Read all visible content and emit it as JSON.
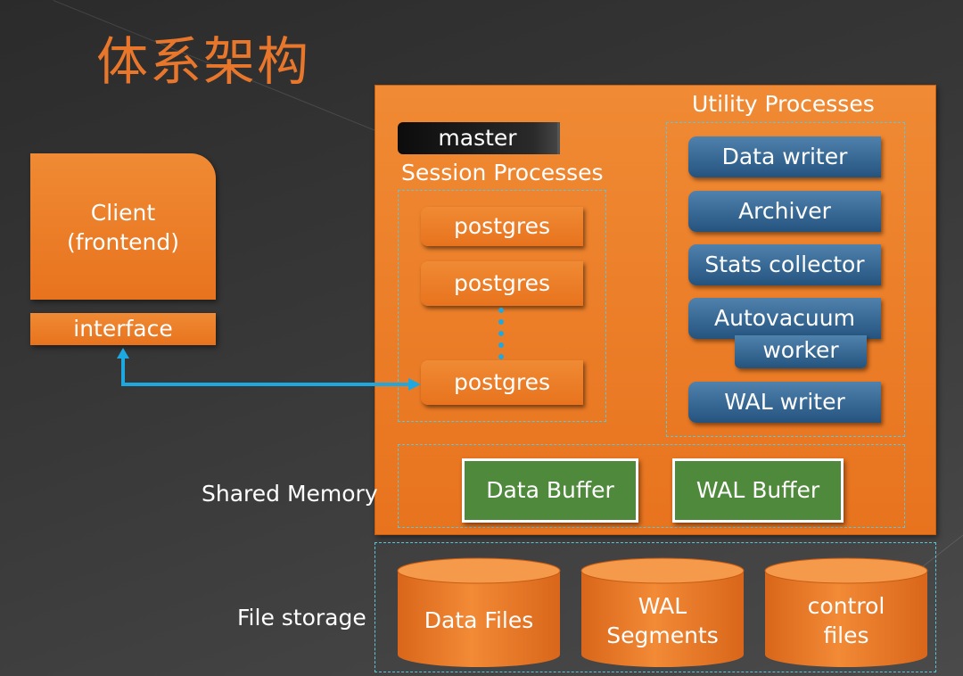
{
  "title": "体系架构",
  "client": {
    "line1": "Client",
    "line2": "(frontend)",
    "interface_label": "interface"
  },
  "server": {
    "master_label": "master",
    "session_processes_label": "Session  Processes",
    "session_processes": [
      "postgres",
      "postgres",
      "postgres"
    ],
    "utility_processes_label": "Utility Processes",
    "utility_processes": [
      "Data writer",
      "Archiver",
      "Stats collector",
      "WAL writer"
    ],
    "autovacuum": {
      "line1": "Autovacuum",
      "line2": "worker"
    }
  },
  "shared_memory": {
    "label": "Shared Memory",
    "buffers": [
      "Data Buffer",
      "WAL Buffer"
    ]
  },
  "file_storage": {
    "label": "File storage",
    "items": [
      {
        "line1": "Data Files",
        "line2": ""
      },
      {
        "line1": "WAL",
        "line2": "Segments"
      },
      {
        "line1": "control",
        "line2": "files"
      }
    ]
  },
  "colors": {
    "accent_orange": "#e8731e",
    "title_orange": "#e8772c",
    "process_blue": "#2e5f8a",
    "buffer_green": "#4f8a3c",
    "connector_cyan": "#1ea8e0",
    "dashed_border": "#5ec5d6"
  }
}
